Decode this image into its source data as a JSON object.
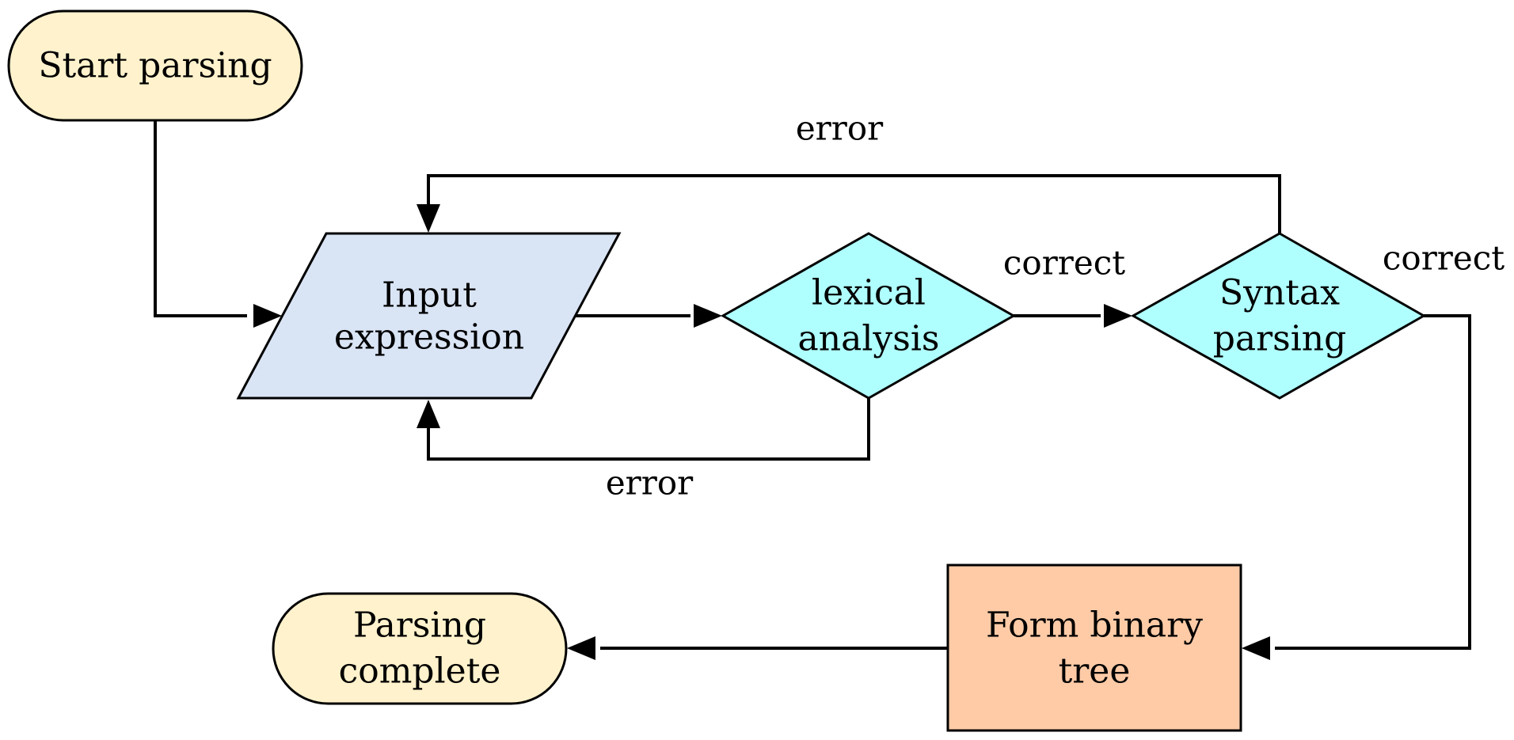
{
  "colors": {
    "terminal": "#fff2cc",
    "input": "#d9e4f5",
    "decision": "#b0ffff",
    "process": "#ffcba7",
    "line": "#000000"
  },
  "nodes": {
    "start": {
      "label": "Start parsing"
    },
    "input": {
      "line1": "Input",
      "line2": "expression"
    },
    "lexical": {
      "line1": "lexical",
      "line2": "analysis"
    },
    "syntax": {
      "line1": "Syntax",
      "line2": "parsing"
    },
    "binary": {
      "line1": "Form binary",
      "line2": "tree"
    },
    "complete": {
      "line1": "Parsing",
      "line2": "complete"
    }
  },
  "edges": {
    "syntax_error": "error",
    "lexical_error": "error",
    "lexical_correct": "correct",
    "syntax_correct": "correct"
  }
}
